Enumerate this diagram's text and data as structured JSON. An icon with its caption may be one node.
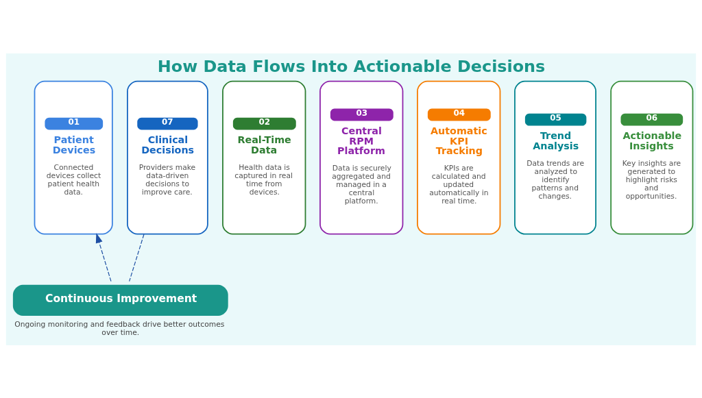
{
  "diagram": {
    "title": "How Data Flows Into Actionable Decisions",
    "nodes": [
      {
        "text": [
          "01",
          "Patient Devices",
          "Connected devices collect patient health data."
        ]
      },
      {
        "text": [
          "02",
          "Real-Time Data",
          "Health data is captured in real time from devices."
        ]
      },
      {
        "text": [
          "03",
          "Central RPM Platform",
          "Data is securely aggregated and managed in a central platform."
        ]
      },
      {
        "text": [
          "04",
          "Automatic KPI Tracking",
          "KPIs are calculated and updated automatically in real time."
        ]
      },
      {
        "text": [
          "05",
          "Trend Analysis",
          "Data trends are analyzed to identify patterns and changes."
        ]
      },
      {
        "text": [
          "06",
          "Actionable Insights",
          "Key insights are generated to highlight risks and opportunities."
        ]
      },
      {
        "text": [
          "07",
          "Clinical Decisions",
          "Providers make data-driven decisions to improve care."
        ]
      },
      {
        "text": [
          "Continuous Improvement"
        ],
        "beside": [
          "Ongoing monitoring and feedback drive better outcomes over time."
        ]
      }
    ],
    "edges": [
      {
        "from": 6,
        "to": 7,
        "arrow": "none",
        "style": "dashed",
        "color": "#1e4fa3"
      },
      {
        "from": 7,
        "to": 0,
        "arrow": "to",
        "style": "dashed",
        "color": "#1e4fa3"
      }
    ]
  }
}
